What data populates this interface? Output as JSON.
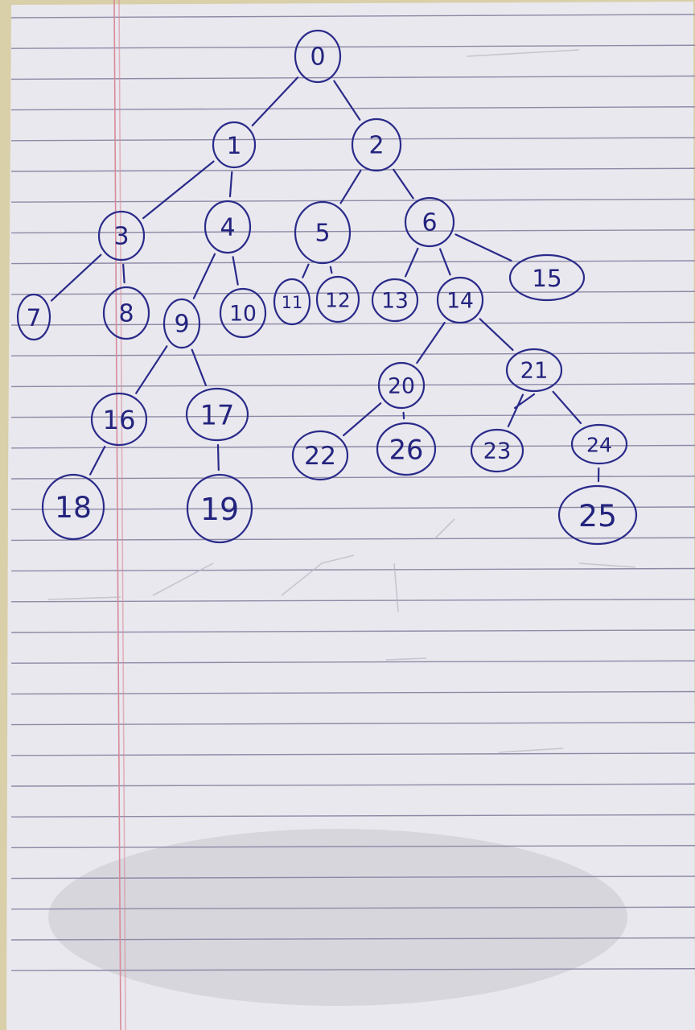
{
  "colors": {
    "ink": "#2a2a8a",
    "paper": "#e9e8ee",
    "rule_lines": "#8e8aa6",
    "margin_line": "#d88a9a"
  },
  "tree": {
    "nodes": [
      "0",
      "1",
      "2",
      "3",
      "4",
      "5",
      "6",
      "7",
      "8",
      "9",
      "10",
      "11",
      "12",
      "13",
      "14",
      "15",
      "16",
      "17",
      "18",
      "19",
      "20",
      "21",
      "22",
      "23",
      "24",
      "25",
      "26"
    ],
    "edges": [
      [
        "0",
        "1"
      ],
      [
        "0",
        "2"
      ],
      [
        "1",
        "3"
      ],
      [
        "1",
        "4"
      ],
      [
        "2",
        "5"
      ],
      [
        "2",
        "6"
      ],
      [
        "3",
        "7"
      ],
      [
        "3",
        "8"
      ],
      [
        "4",
        "9"
      ],
      [
        "4",
        "10"
      ],
      [
        "5",
        "11"
      ],
      [
        "5",
        "12"
      ],
      [
        "6",
        "13"
      ],
      [
        "6",
        "14"
      ],
      [
        "6",
        "15"
      ],
      [
        "9",
        "16"
      ],
      [
        "9",
        "17"
      ],
      [
        "14",
        "20"
      ],
      [
        "14",
        "21"
      ],
      [
        "16",
        "18"
      ],
      [
        "17",
        "19"
      ],
      [
        "20",
        "22"
      ],
      [
        "20",
        "26"
      ],
      [
        "21",
        "23"
      ],
      [
        "21",
        "24"
      ],
      [
        "24",
        "25"
      ]
    ]
  }
}
